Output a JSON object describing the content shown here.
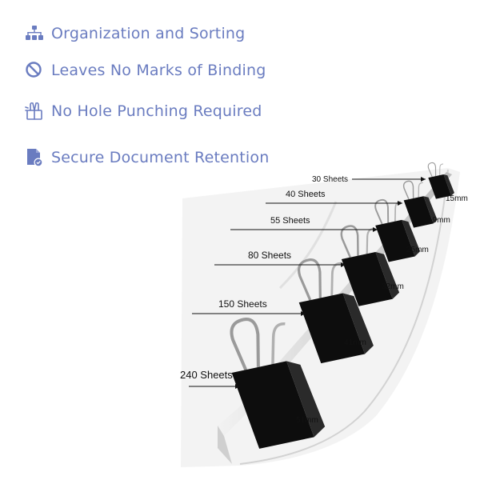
{
  "features": [
    {
      "icon": "organization-chart-icon",
      "label": "Organization and Sorting"
    },
    {
      "icon": "prohibited-icon",
      "label": "Leaves No Marks of Binding"
    },
    {
      "icon": "binder-clip-icon",
      "label": "No Hole Punching Required"
    },
    {
      "icon": "secure-document-icon",
      "label": "Secure Document Retention"
    }
  ],
  "clips": [
    {
      "sheets": "30 Sheets",
      "size": "15mm"
    },
    {
      "sheets": "40 Sheets",
      "size": "19mm"
    },
    {
      "sheets": "55 Sheets",
      "size": "25mm"
    },
    {
      "sheets": "80 Sheets",
      "size": "32mm"
    },
    {
      "sheets": "150 Sheets",
      "size": "41mm"
    },
    {
      "sheets": "240 Sheets",
      "size": "51mm"
    }
  ],
  "colors": {
    "accent": "#6a7cc0",
    "clip": "#0d0d0d",
    "paper": "#eeeeee"
  }
}
